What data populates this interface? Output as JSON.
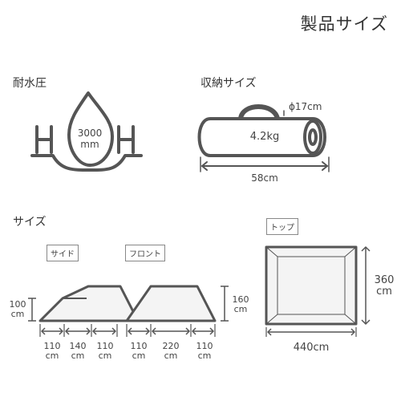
{
  "title": "製品サイズ",
  "water": {
    "label": "耐水圧",
    "value": "3000",
    "unit": "mm",
    "left_letter": "H",
    "right_letter": "H"
  },
  "storage": {
    "label": "収納サイズ",
    "diameter": "ϕ17cm",
    "weight": "4.2kg",
    "length": "58cm"
  },
  "size": {
    "label": "サイズ",
    "side": {
      "tag": "サイド",
      "height_value": "100",
      "height_unit": "cm",
      "widths": [
        {
          "value": "110",
          "unit": "cm"
        },
        {
          "value": "140",
          "unit": "cm"
        },
        {
          "value": "110",
          "unit": "cm"
        }
      ]
    },
    "front": {
      "tag": "フロント",
      "height_value": "160",
      "height_unit": "cm",
      "widths": [
        {
          "value": "110",
          "unit": "cm"
        },
        {
          "value": "220",
          "unit": "cm"
        },
        {
          "value": "110",
          "unit": "cm"
        }
      ]
    },
    "top": {
      "tag": "トップ",
      "height": "360",
      "height_unit": "cm",
      "width": "440cm"
    }
  },
  "colors": {
    "line": "#555555",
    "fill": "#f4f4f4",
    "arrow": "#666666"
  }
}
